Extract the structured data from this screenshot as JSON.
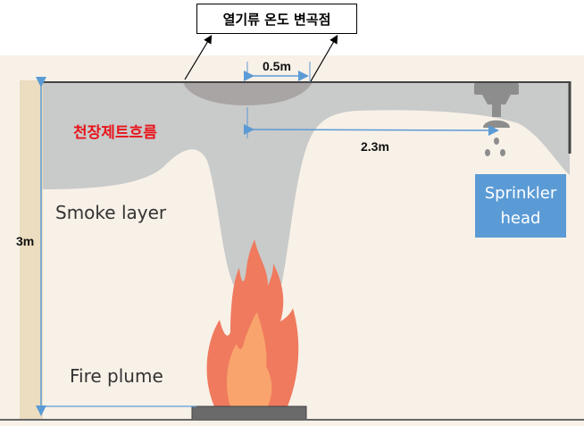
{
  "callout": {
    "label": "열기류 온도 변곡점"
  },
  "labels": {
    "ceiling_jet": "천장제트흐름",
    "smoke_layer": "Smoke layer",
    "fire_plume": "Fire plume",
    "sprinkler_line1": "Sprinkler",
    "sprinkler_line2": "head"
  },
  "dimensions": {
    "width": "0.5m",
    "distance": "2.3m",
    "height": "3m"
  },
  "colors": {
    "background": "#f8f1e8",
    "smoke": "#c9caca",
    "flame": "#ef7a5e",
    "flame_inner": "#f9a46c",
    "accent": "#5b9bd5",
    "jet": "#e8141b"
  }
}
